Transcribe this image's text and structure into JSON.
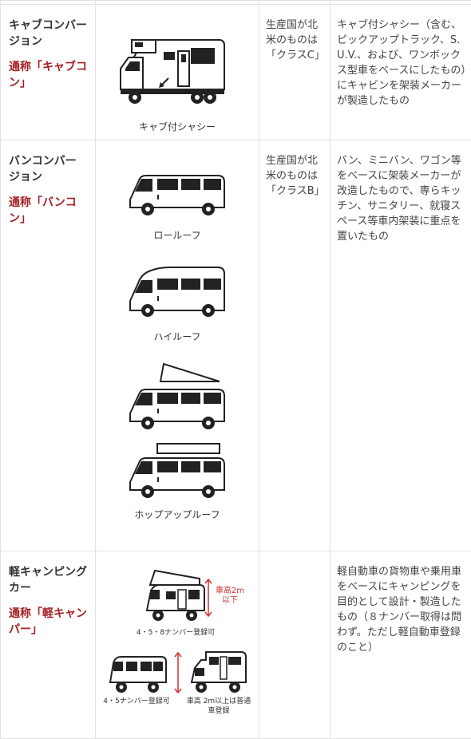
{
  "rows": [
    {
      "category": "キャブコンバージョン",
      "alias": "通称「キャブコン」",
      "captions": [
        "キャブ付シャシー"
      ],
      "origin": "生産国が北米のものは「クラスC」",
      "description": "キャブ付シャシー（含む、ピックアップトラック、S. U.V.、および、ワンボックス型車をベースにしたもの）にキャビンを架装メーカーが製造したもの"
    },
    {
      "category": "バンコンバージョン",
      "alias": "通称「バンコン」",
      "captions": [
        "ロールーフ",
        "ハイルーフ",
        "ホップアップルーフ"
      ],
      "origin": "生産国が北米のものは「クラスB」",
      "description": "バン、ミニバン、ワゴン等をベースに架装メーカーが改造したもので、専らキッチン、サニタリー、就寝スペース等車内架装に重点を置いたもの"
    },
    {
      "category": "軽キャンピングカー",
      "alias": "通称「軽キャンパー」",
      "captions": [
        "4・5・8ナンバー登録可",
        "4・5ナンバー登録可",
        "車高 2m以上は普通車登録"
      ],
      "height_label": "車高2m以下",
      "origin": "",
      "description": "軽自動車の貨物車や乗用車をベースにキャンピングを目的として設計・製造したもの（８ナンバー取得は問わず。ただし軽自動車登録のこと）"
    }
  ]
}
